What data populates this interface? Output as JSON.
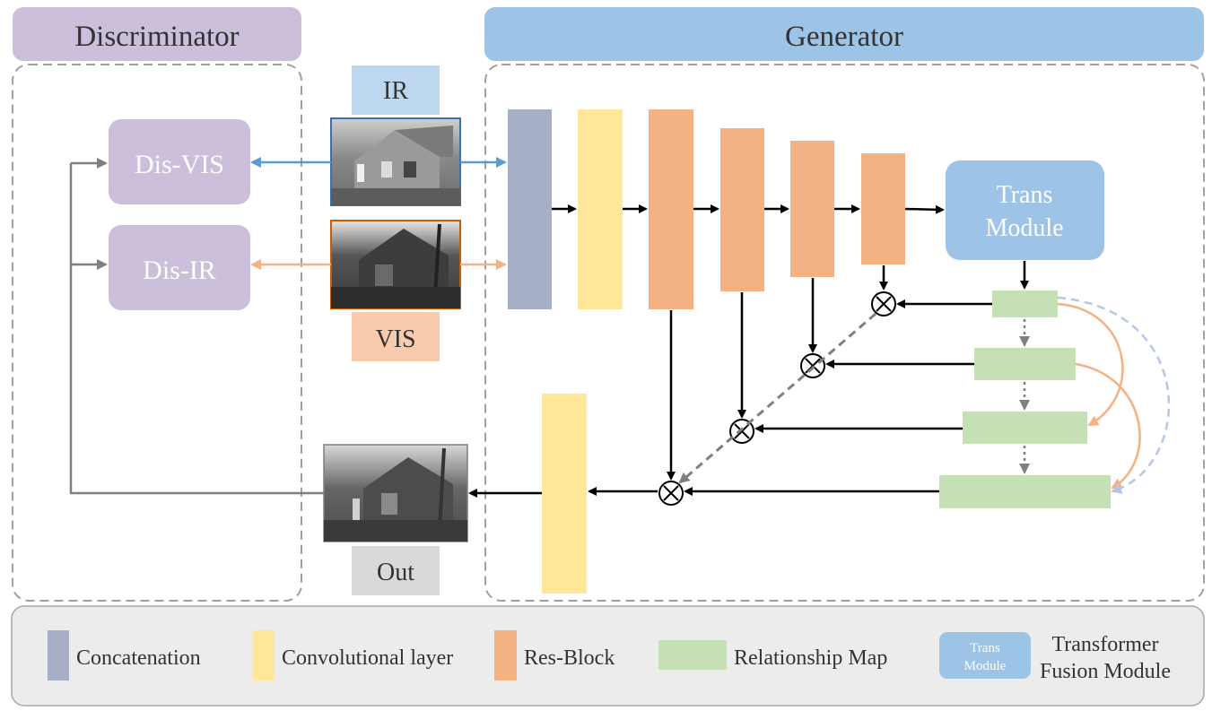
{
  "headers": {
    "discriminator": "Discriminator",
    "generator": "Generator"
  },
  "inputs": {
    "ir": "IR",
    "vis": "VIS",
    "out": "Out"
  },
  "discriminators": {
    "dis_vis": "Dis-VIS",
    "dis_ir": "Dis-IR"
  },
  "trans_module": {
    "line1": "Trans",
    "line2": "Module"
  },
  "legend": {
    "concatenation": "Concatenation",
    "conv": "Convolutional layer",
    "resblock": "Res-Block",
    "relmap": "Relationship Map",
    "trans_icon_line1": "Trans",
    "trans_icon_line2": "Module",
    "tfm_line1": "Transformer",
    "tfm_line2": "Fusion Module"
  },
  "colors": {
    "discriminator_purple": "#cbbfdb",
    "generator_blue": "#9dc3e6",
    "concat_gray": "#a6afc5",
    "conv_yellow": "#ffe699",
    "resblock_orange": "#f4b183",
    "relmap_green": "#c5e0b4",
    "ir_label": "#bdd7ee",
    "vis_label": "#f8cbad",
    "out_label": "#d9d9d9",
    "ir_arrow": "#5b9bd5",
    "vis_arrow": "#f4b183",
    "legend_bg": "#ececec"
  }
}
